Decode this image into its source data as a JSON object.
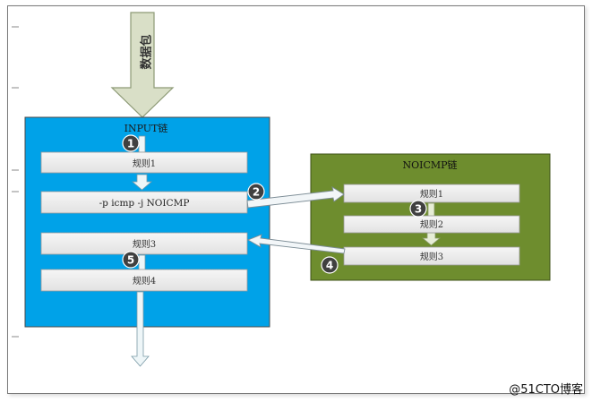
{
  "packet_arrow": {
    "label": "数据包"
  },
  "input_chain": {
    "title": "INPUT链",
    "rules": [
      {
        "label": "规则1"
      },
      {
        "label": "-p icmp -j NOICMP"
      },
      {
        "label": "规则3"
      },
      {
        "label": "规则4"
      }
    ]
  },
  "noicmp_chain": {
    "title": "NOICMP链",
    "rules": [
      {
        "label": "规则1"
      },
      {
        "label": "规则2"
      },
      {
        "label": "规则3"
      }
    ]
  },
  "steps": [
    "1",
    "2",
    "3",
    "4",
    "5"
  ],
  "watermark": "@51CTO博客",
  "colors": {
    "input_chain_fill": "#00a2e8",
    "noicmp_chain_fill": "#6e8d2e",
    "packet_arrow_fill": "#d9dfc7",
    "rule_fill": "#eeeeee",
    "step_badge": "#404040"
  }
}
